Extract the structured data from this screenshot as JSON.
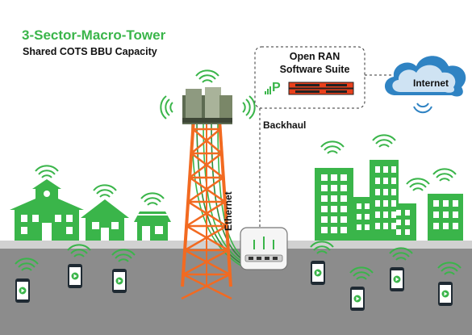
{
  "title": "3-Sector-Macro-Tower",
  "subtitle": "Shared COTS BBU Capacity",
  "ran_box": {
    "line1": "Open RAN",
    "line2": "Software Suite",
    "logo_text": "P"
  },
  "labels": {
    "backhaul": "Backhaul",
    "internet": "Internet",
    "ethernet": "Ethernet"
  },
  "colors": {
    "green": "#3ab54a",
    "dark_green": "#2e8b3a",
    "orange": "#f26a21",
    "ground": "#8c8c8c",
    "road": "#d1d1d1",
    "cloud": "#2f83c3"
  },
  "icons": [
    "cloud-icon",
    "server-icon",
    "router-icon",
    "smartphone-icon",
    "building-icon",
    "house-icon",
    "tower-icon",
    "signal-wave-icon"
  ]
}
